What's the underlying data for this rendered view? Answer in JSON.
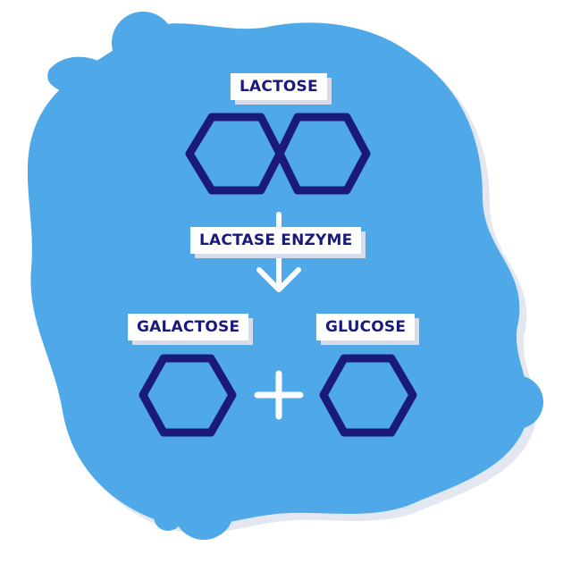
{
  "labels": {
    "lactose": "LACTOSE",
    "enzyme": "LACTASE ENZYME",
    "galactose": "GALACTOSE",
    "glucose": "GLUCOSE"
  },
  "colors": {
    "blob": "#4fa8e8",
    "blob_shadow": "#e3e7ef",
    "hexagon": "#1a1a7a",
    "label_text": "#1a1a7a",
    "label_bg": "#ffffff",
    "arrow": "#ffffff"
  }
}
